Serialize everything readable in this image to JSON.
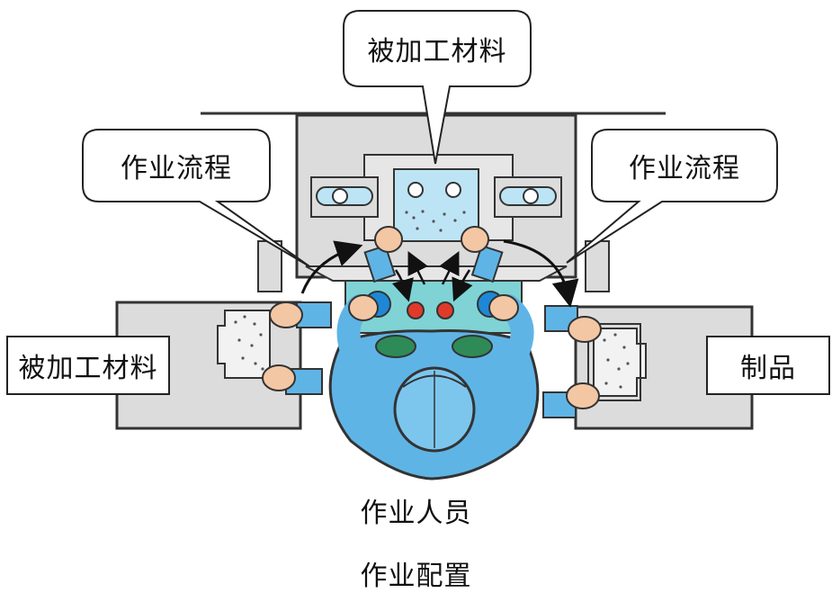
{
  "labels": {
    "top_material": "被加工材料",
    "flow_left": "作业流程",
    "flow_right": "作业流程",
    "left_material": "被加工材料",
    "product": "制品",
    "operator": "作业人员",
    "caption": "作业配置"
  },
  "colors": {
    "table_gray": "#dcdcdc",
    "outline": "#333333",
    "workpiece_blue": "#bde4f5",
    "machine_panel": "#7fd3d4",
    "worker_blue": "#5fb4e6",
    "skin": "#f3c7a4",
    "button_red": "#e03a2a",
    "knob_blue": "#1e88d6",
    "shoe_green": "#2e8b57"
  }
}
